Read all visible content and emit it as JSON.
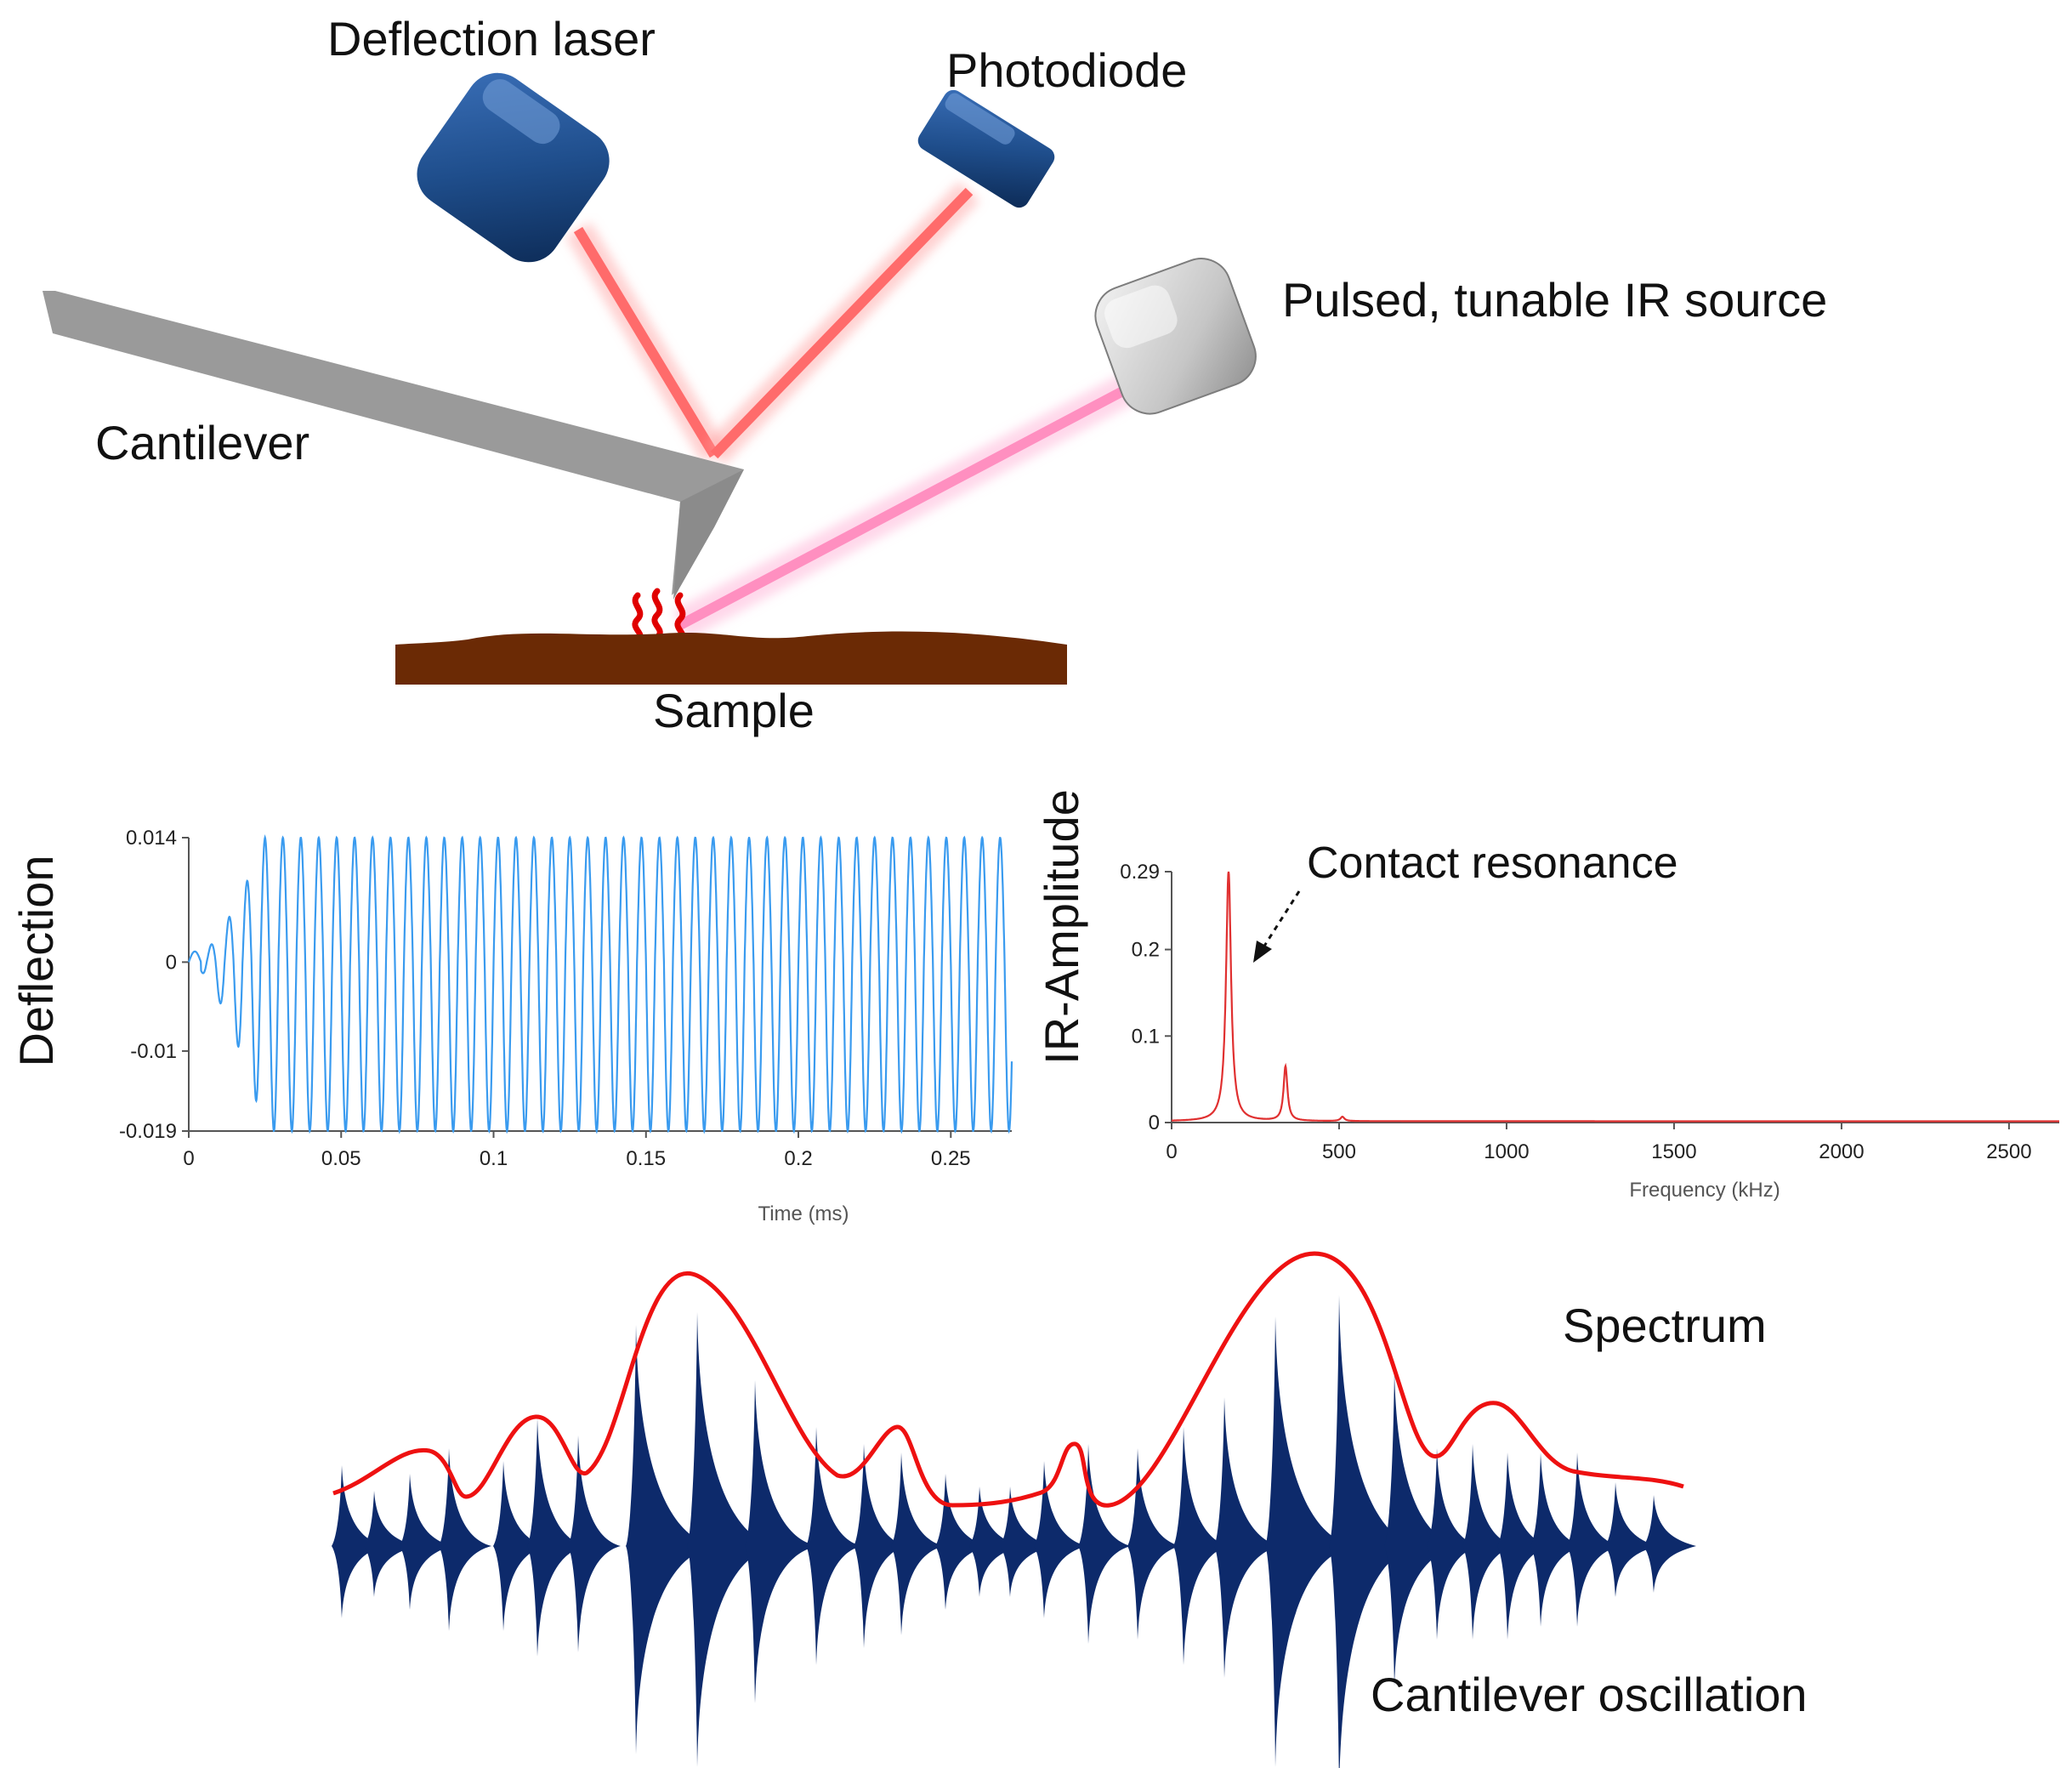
{
  "diagram": {
    "labels": {
      "deflection_laser": "Deflection laser",
      "photodiode": "Photodiode",
      "ir_source": "Pulsed, tunable IR source",
      "cantilever": "Cantilever",
      "sample": "Sample",
      "spectrum": "Spectrum",
      "cantilever_oscillation": "Cantilever oscillation",
      "contact_resonance": "Contact resonance"
    },
    "colors": {
      "laser_body": "#1f4e8c",
      "laser_beam": "#ff6b6b",
      "ir_beam": "#ff8fc0",
      "ir_source_body": "#c8c8c8",
      "cantilever": "#9a9a9a",
      "sample": "#6b2a05",
      "heat": "#e00000",
      "deflection_trace": "#3a9bef",
      "fft_trace": "#e03030",
      "spectrum_curve": "#ee1111",
      "oscillation": "#0d2a6b"
    }
  },
  "chart_data": [
    {
      "type": "line",
      "ylabel": "Deflection",
      "xlabel": "Time (ms)",
      "xlim": [
        0,
        0.27
      ],
      "ylim": [
        -0.019,
        0.014
      ],
      "xticks": [
        "0",
        "0.05",
        "0.1",
        "0.15",
        "0.2",
        "0.25"
      ],
      "yticks": [
        "0.014",
        "0",
        "-0.01",
        "-0.019"
      ],
      "series": [
        {
          "oscillation_frequency_khz": 170,
          "ringup_end_ms": 0.025,
          "amplitude_max": 0.014,
          "amplitude_min": -0.019
        }
      ]
    },
    {
      "type": "line",
      "ylabel": "IR-Amplitude",
      "xlabel": "Frequency (kHz)",
      "xlim": [
        0,
        2650
      ],
      "ylim": [
        0,
        0.29
      ],
      "xticks": [
        "0",
        "500",
        "1000",
        "1500",
        "2000",
        "2500"
      ],
      "yticks": [
        "0.29",
        "0.2",
        "0.1",
        "0"
      ],
      "annotation": "Contact resonance",
      "peaks": [
        {
          "x": 170,
          "y": 0.29
        },
        {
          "x": 340,
          "y": 0.063
        },
        {
          "x": 510,
          "y": 0.005
        }
      ]
    }
  ]
}
